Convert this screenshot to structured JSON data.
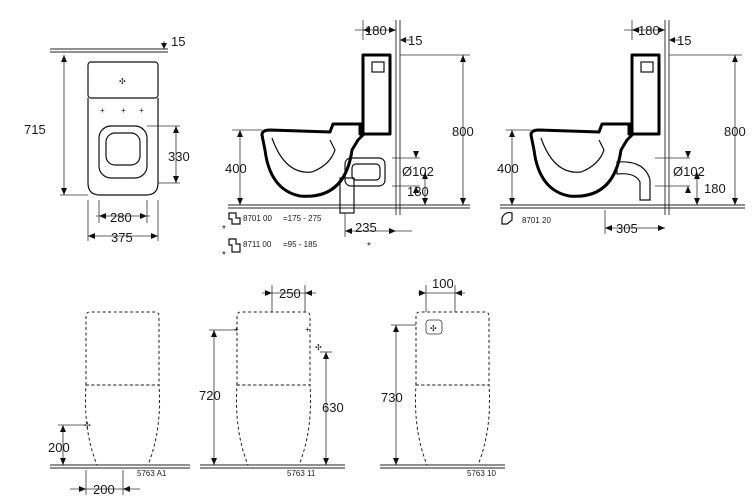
{
  "top_view": {
    "depth": "715",
    "seat_offset": "330",
    "inner_width": "280",
    "outer_width": "375",
    "wall_gap": "15"
  },
  "side_view_a": {
    "tank_depth": "180",
    "tank_gap": "15",
    "total_height": "800",
    "rim_height": "400",
    "drain_diameter": "Ø102",
    "drain_height": "180",
    "outlet_distance": "235",
    "asterisk": "*",
    "fitting_1": "8701 00",
    "fitting_1_range": "=175 - 275",
    "fitting_2": "8711 00",
    "fitting_2_range": "=95 - 185"
  },
  "side_view_b": {
    "tank_depth": "180",
    "tank_gap": "15",
    "total_height": "800",
    "rim_height": "400",
    "drain_diameter": "Ø102",
    "drain_height": "180",
    "outlet_distance": "305",
    "fitting": "8701 20"
  },
  "front_view_a1": {
    "inlet_height": "200",
    "inlet_offset": "200",
    "code": "5763 A1"
  },
  "front_view_11": {
    "button_spacing": "250",
    "total_height": "720",
    "inlet_height": "630",
    "code": "5763 11"
  },
  "front_view_10": {
    "button_width": "100",
    "total_height": "730",
    "code": "5763 10"
  }
}
